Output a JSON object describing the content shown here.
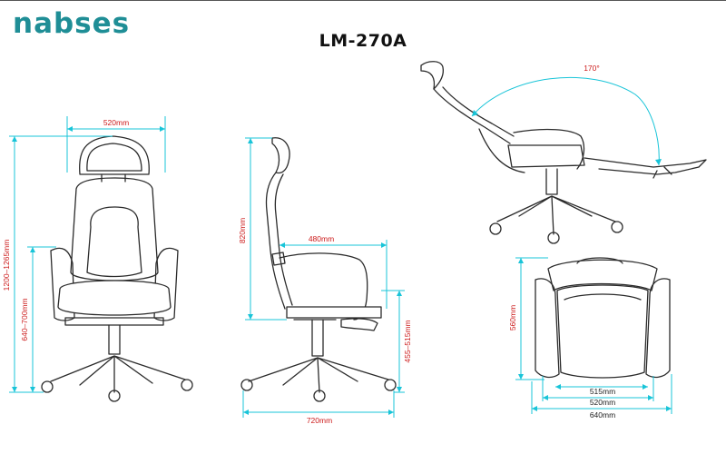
{
  "brand": {
    "name": "nabses",
    "color": "#1f8e96"
  },
  "model": "LM-270A",
  "colors": {
    "dimension_line": "#18c4d8",
    "label": "#cc1a1a",
    "outline": "#2b2b2b"
  },
  "front_view": {
    "width": "520mm",
    "total_height": "1200–1265mm",
    "seat_height": "640–700mm"
  },
  "side_view": {
    "back_height": "820mm",
    "depth": "480mm",
    "seat_height": "455–515mm",
    "base_width": "720mm"
  },
  "recline_view": {
    "angle": "170°"
  },
  "top_view": {
    "depth": "560mm",
    "seat_width": "515mm",
    "arm_width": "520mm",
    "total_width": "640mm"
  }
}
